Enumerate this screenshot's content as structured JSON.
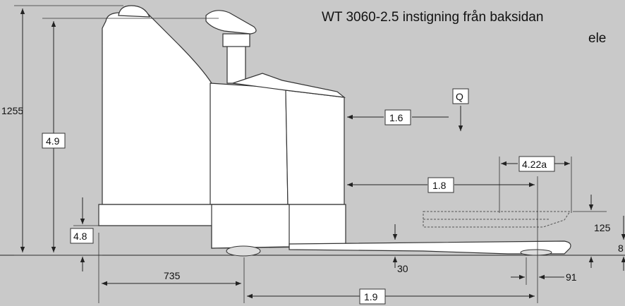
{
  "title": {
    "line1": "WT 3060-2.5 instigning från baksidan",
    "line2": "ele"
  },
  "dimensions": {
    "overall_height": "1255",
    "label_4_9": "4.9",
    "label_4_8": "4.8",
    "label_735": "735",
    "label_1_9": "1.9",
    "label_1_6": "1.6",
    "label_Q": "Q",
    "label_1_8": "1.8",
    "label_4_22a": "4.22a",
    "label_125": "125",
    "label_30": "30",
    "label_91": "91",
    "label_8": "8"
  }
}
